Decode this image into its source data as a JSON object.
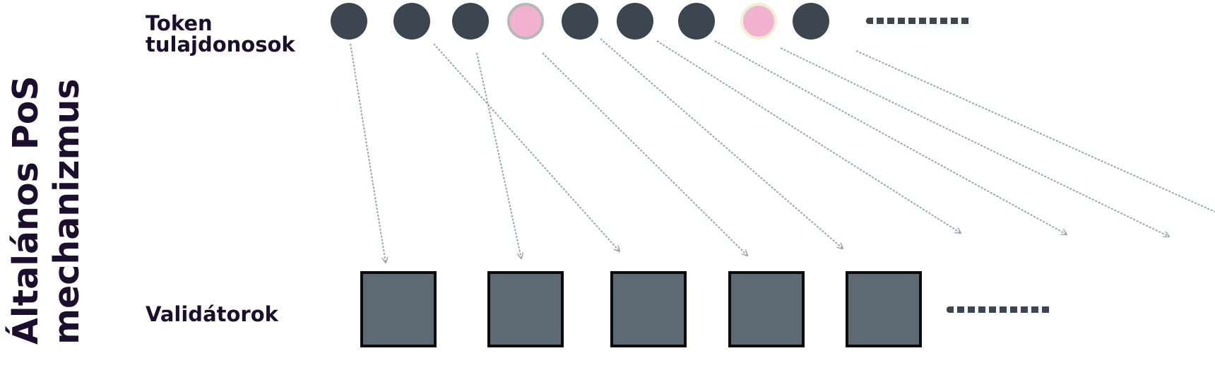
{
  "side_title_lines": [
    "Általános PoS",
    "mechanizmus"
  ],
  "owners_label_lines": [
    "Token",
    "tulajdonosok"
  ],
  "validators_label": "Validátorok",
  "token_holders": [
    {
      "kind": "staker"
    },
    {
      "kind": "staker"
    },
    {
      "kind": "staker"
    },
    {
      "kind": "highlighted"
    },
    {
      "kind": "staker"
    },
    {
      "kind": "staker"
    },
    {
      "kind": "staker"
    },
    {
      "kind": "highlighted"
    },
    {
      "kind": "staker"
    }
  ],
  "validator_count": 5,
  "has_more_holders": true,
  "has_more_validators": true,
  "colors": {
    "text": "#1c0f2e",
    "holder_dark": "#3b4650",
    "holder_highlight": "#f0b2cf",
    "validator_fill": "#5e6a73",
    "validator_border": "#0b0b0b",
    "arrow": "#9aa5ae"
  }
}
